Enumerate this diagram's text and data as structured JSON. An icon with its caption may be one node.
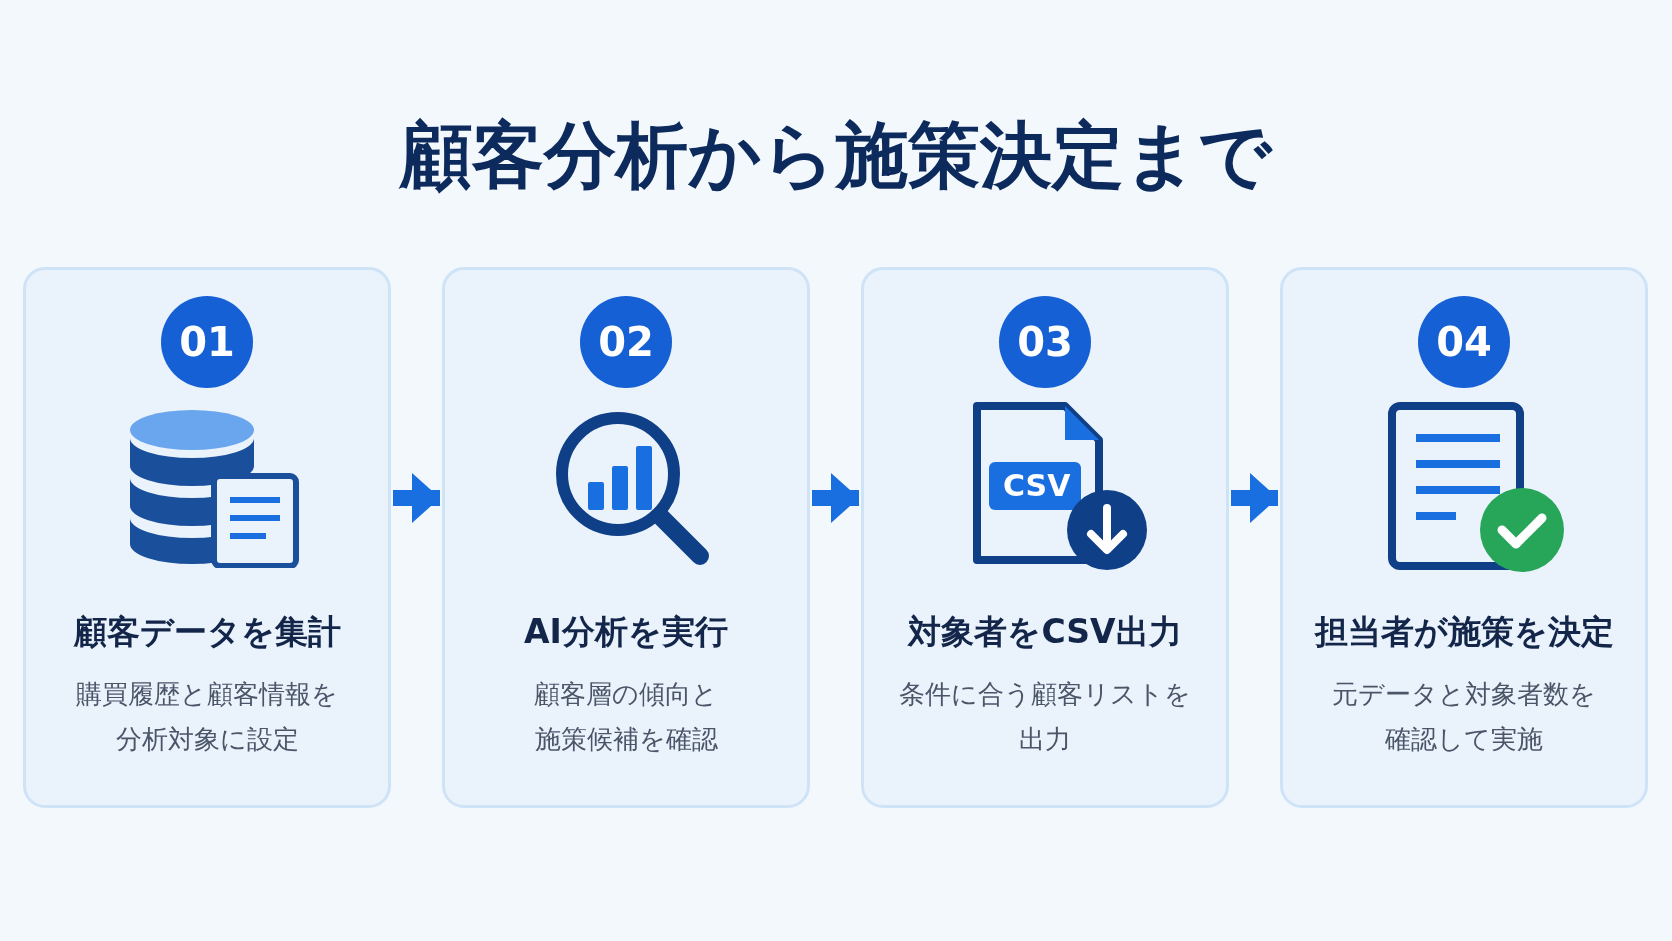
{
  "diagram": {
    "title": "顧客分析から施策決定まで",
    "nodes": [
      {
        "text": [
          "01",
          "顧客データを集計",
          "購買履歴と顧客情報を分析対象に設定"
        ]
      },
      {
        "text": [
          "02",
          "AI分析を実行",
          "顧客層の傾向と施策候補を確認"
        ]
      },
      {
        "text": [
          "03",
          "対象者をCSV出力",
          "条件に合う顧客リストを出力"
        ]
      },
      {
        "text": [
          "04",
          "担当者が施策を決定",
          "元データと対象者数を確認して実施"
        ]
      }
    ],
    "edges": [
      {
        "from": 0,
        "to": 1,
        "arrow": "to"
      },
      {
        "from": 1,
        "to": 2,
        "arrow": "to"
      },
      {
        "from": 2,
        "to": 3,
        "arrow": "to"
      }
    ],
    "labels": [
      "CSV"
    ]
  }
}
